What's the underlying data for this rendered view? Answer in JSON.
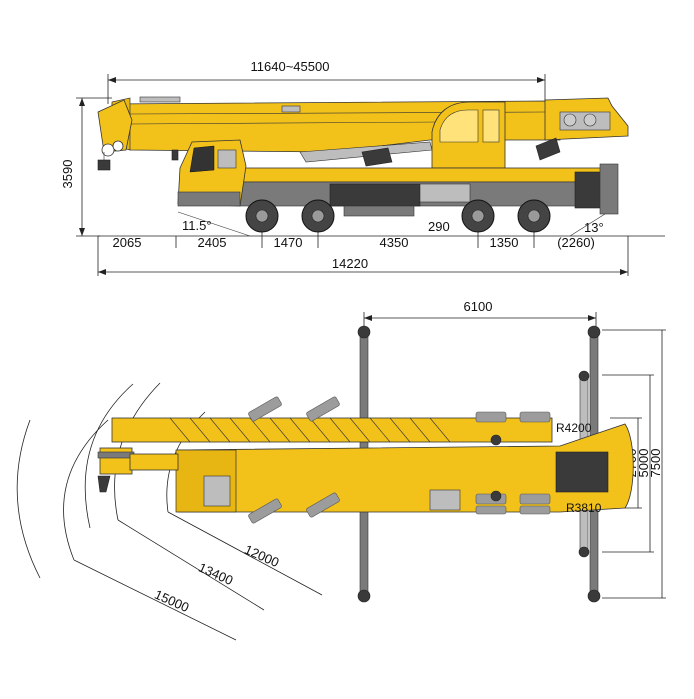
{
  "side_view": {
    "boom_length": "11640~45500",
    "height": "3590",
    "approach_angle": "11.5°",
    "departure_angle": "13°",
    "overall_length": "14220",
    "segments": [
      "2065",
      "2405",
      "1470",
      "4350",
      "1350",
      "(2260)"
    ],
    "ground_clearance": "290"
  },
  "top_view": {
    "outrigger_span_longitudinal": "6100",
    "outrigger_widths": [
      "2700",
      "5000",
      "7500"
    ],
    "radius_front": "R4200",
    "radius_rear": "R3810",
    "turning_radii": [
      "12000",
      "13400",
      "15000"
    ]
  },
  "colors": {
    "body": "#f2c21b",
    "line": "#222222",
    "mat": "#9c9c9c"
  }
}
